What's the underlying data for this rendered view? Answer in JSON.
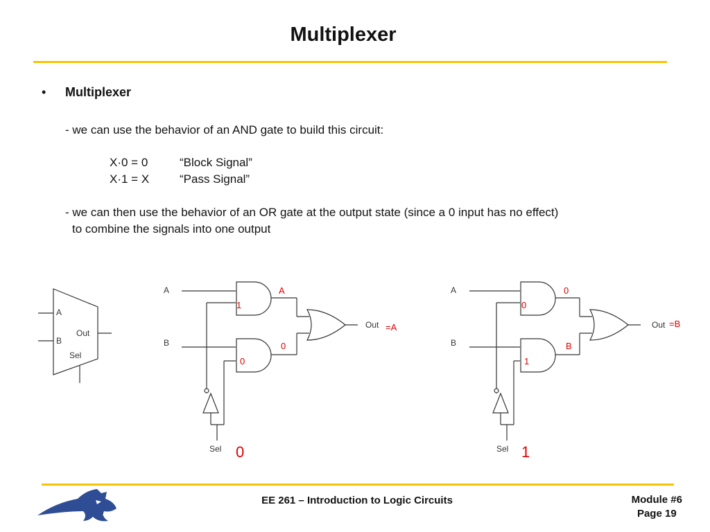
{
  "title": "Multiplexer",
  "colors": {
    "rule": "#f4c400",
    "annotation": "#e00000",
    "logo": "#2e4d95"
  },
  "bullet": {
    "marker": "•",
    "heading": "Multiplexer",
    "line1": "- we can use the behavior of an AND gate to build this circuit:",
    "eq1": "X·0 = 0",
    "eq1_note": "“Block Signal”",
    "eq2": "X·1 = X",
    "eq2_note": "“Pass Signal”",
    "line2": "- we can then use the behavior of an OR gate at the output state (since a 0 input has no effect)",
    "line3": "to combine the signals into one output"
  },
  "mux_symbol": {
    "in_a": "A",
    "in_b": "B",
    "out": "Out",
    "sel": "Sel"
  },
  "circuit_left": {
    "in_a": "A",
    "in_b": "B",
    "out": "Out",
    "sel": "Sel",
    "and_top_out": "A",
    "and_top_sel": "1",
    "and_bottom_out": "0",
    "and_bottom_sel": "0",
    "result": "=A",
    "sel_value": "0"
  },
  "circuit_right": {
    "in_a": "A",
    "in_b": "B",
    "out": "Out",
    "sel": "Sel",
    "and_top_out": "0",
    "and_top_sel": "0",
    "and_bottom_out": "B",
    "and_bottom_sel": "1",
    "result": "=B",
    "sel_value": "1"
  },
  "footer": {
    "course": "EE 261 – Introduction to Logic Circuits",
    "module": "Module #6",
    "page": "Page 19",
    "logo_icon": "bobcat-logo-icon"
  }
}
